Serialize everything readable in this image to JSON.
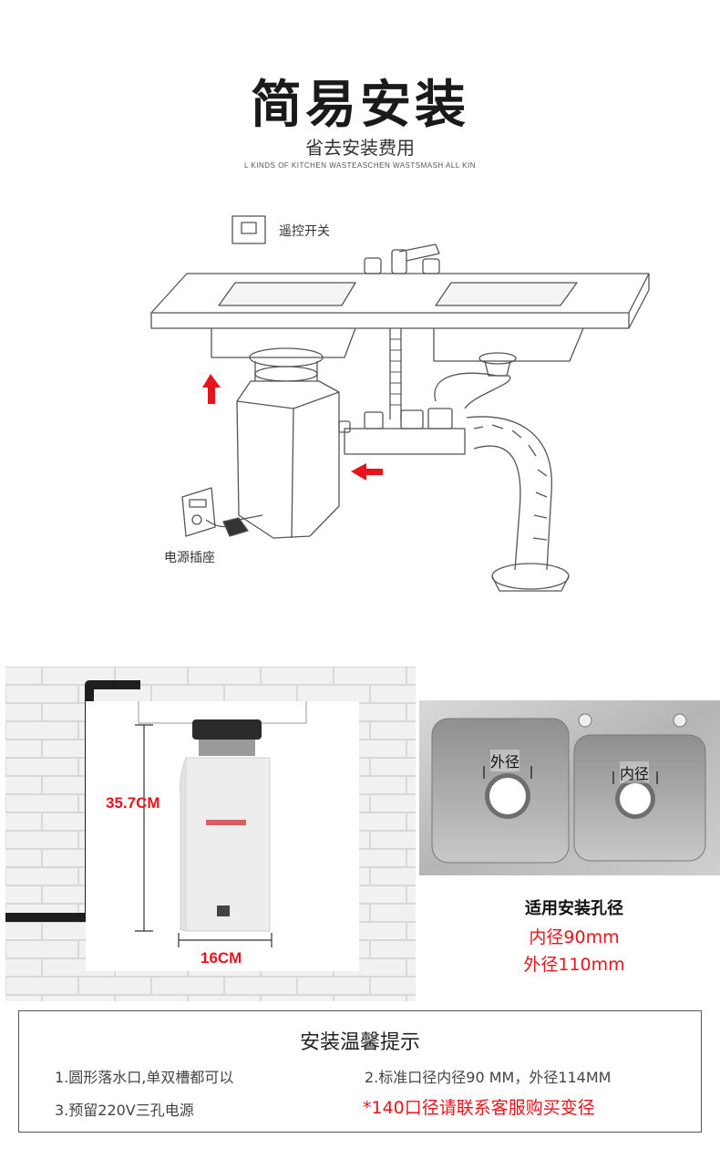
{
  "header": {
    "title": "简易安装",
    "subtitle": "省去安装费用",
    "tagline": "L KINDS OF KITCHEN WASTEASCHEN WASTSMASH ALL KIN"
  },
  "diagram": {
    "remote_switch_label": "遥控开关",
    "power_socket_label": "电源插座"
  },
  "product": {
    "height_label": "35.7CM",
    "width_label": "16CM"
  },
  "sink": {
    "outer_hole_label": "外径",
    "inner_hole_label": "内径"
  },
  "specs": {
    "title": "适用安装孔径",
    "inner": "内径90mm",
    "outer": "外径110mm"
  },
  "tips": {
    "title": "安装温馨提示",
    "items": [
      "1.圆形落水口,单双槽都可以",
      "2.标准口径内径90 MM，外径114MM",
      "3.预留220V三孔电源",
      "*140口径请联系客服购买变径"
    ]
  },
  "colors": {
    "accent": "#e8141b",
    "text": "#222222"
  }
}
